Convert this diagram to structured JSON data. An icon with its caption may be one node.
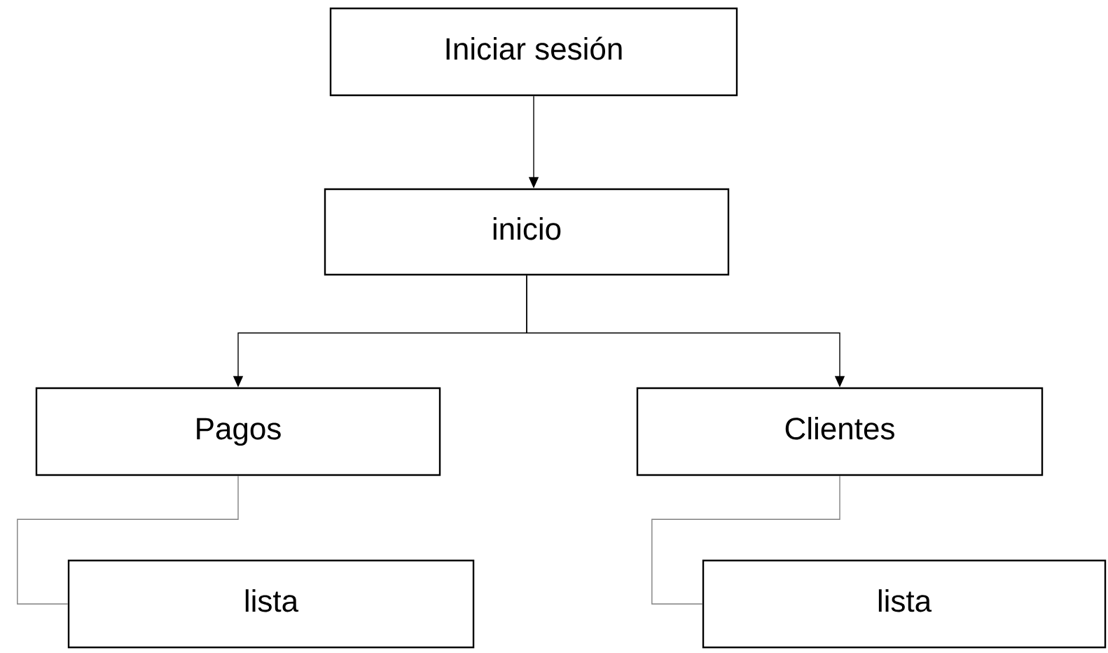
{
  "diagram": {
    "nodes": [
      {
        "text": [
          "Iniciar sesión"
        ]
      },
      {
        "text": [
          "inicio"
        ]
      },
      {
        "text": [
          "Pagos"
        ]
      },
      {
        "text": [
          "Clientes"
        ]
      },
      {
        "text": [
          "lista"
        ]
      },
      {
        "text": [
          "lista"
        ]
      }
    ],
    "edges": [
      {
        "from": 0,
        "to": 1,
        "arrow": "to"
      },
      {
        "from": 1,
        "to": 2,
        "arrow": "to"
      },
      {
        "from": 1,
        "to": 3,
        "arrow": "to"
      },
      {
        "from": 2,
        "to": 4,
        "arrow": "none",
        "color": "#808080"
      },
      {
        "from": 3,
        "to": 5,
        "arrow": "none",
        "color": "#808080"
      }
    ]
  }
}
